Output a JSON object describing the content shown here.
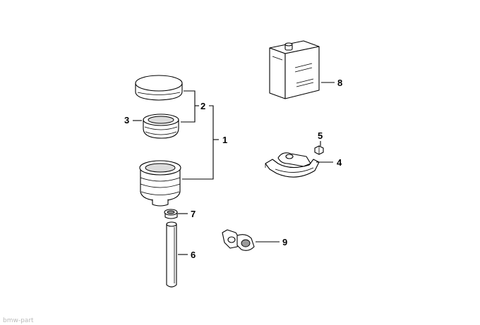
{
  "callouts": {
    "c1": "1",
    "c2": "2",
    "c3": "3",
    "c4": "4",
    "c5": "5",
    "c6": "6",
    "c7": "7",
    "c8": "8",
    "c9": "9"
  },
  "watermark": "bmw-part"
}
